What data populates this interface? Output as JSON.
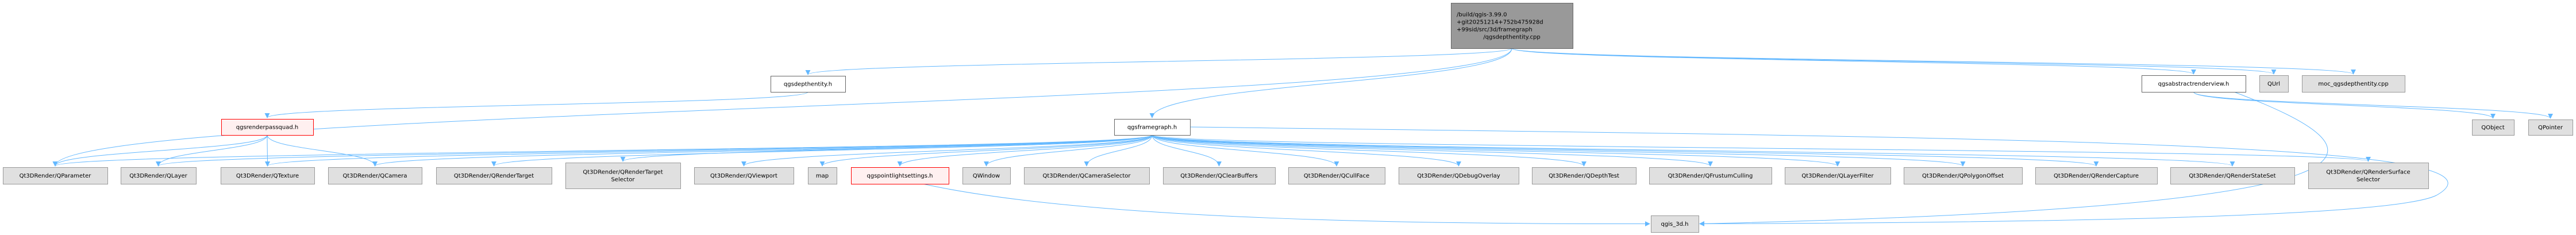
{
  "graph": {
    "edge_color": "#63b8ff",
    "node_styles": {
      "root": {
        "fill": "#999999",
        "stroke": "#666666"
      },
      "documented": {
        "fill": "#ffffff",
        "stroke": "#666666"
      },
      "incomplete": {
        "fill": "#fff0f0",
        "stroke": "#ff0000"
      },
      "external": {
        "fill": "#e0e0e0",
        "stroke": "#999999"
      }
    },
    "nodes": [
      {
        "id": "root",
        "style": "root",
        "lines": [
          "/build/qgis-3.99.0",
          "+git20251214+752b475928d",
          "+99sid/src/3d/framegraph",
          "/qgsdepthentity.cpp"
        ]
      },
      {
        "id": "qgsdepthentity_h",
        "style": "documented",
        "lines": [
          "qgsdepthentity.h"
        ]
      },
      {
        "id": "qgsframegraph_h",
        "style": "documented",
        "lines": [
          "qgsframegraph.h"
        ]
      },
      {
        "id": "qgsabstractrenderview_h",
        "style": "documented",
        "lines": [
          "qgsabstractrenderview.h"
        ]
      },
      {
        "id": "QUrl",
        "style": "external",
        "lines": [
          "QUrl"
        ]
      },
      {
        "id": "moc",
        "style": "external",
        "lines": [
          "moc_qgsdepthentity.cpp"
        ]
      },
      {
        "id": "qgsrenderpassquad_h",
        "style": "incomplete",
        "lines": [
          "qgsrenderpassquad.h"
        ]
      },
      {
        "id": "QObject",
        "style": "external",
        "lines": [
          "QObject"
        ]
      },
      {
        "id": "QPointer",
        "style": "external",
        "lines": [
          "QPointer"
        ]
      },
      {
        "id": "QParameter",
        "style": "external",
        "lines": [
          "Qt3DRender/QParameter"
        ]
      },
      {
        "id": "QLayer",
        "style": "external",
        "lines": [
          "Qt3DRender/QLayer"
        ]
      },
      {
        "id": "QTexture",
        "style": "external",
        "lines": [
          "Qt3DRender/QTexture"
        ]
      },
      {
        "id": "QCamera",
        "style": "external",
        "lines": [
          "Qt3DRender/QCamera"
        ]
      },
      {
        "id": "QRenderTarget",
        "style": "external",
        "lines": [
          "Qt3DRender/QRenderTarget"
        ]
      },
      {
        "id": "QRenderTargetSelector",
        "style": "external",
        "lines": [
          "Qt3DRender/QRenderTarget",
          "Selector"
        ]
      },
      {
        "id": "QViewport",
        "style": "external",
        "lines": [
          "Qt3DRender/QViewport"
        ]
      },
      {
        "id": "map",
        "style": "external",
        "lines": [
          "map"
        ]
      },
      {
        "id": "qgspointlightsettings_h",
        "style": "incomplete",
        "lines": [
          "qgspointlightsettings.h"
        ]
      },
      {
        "id": "QWindow",
        "style": "external",
        "lines": [
          "QWindow"
        ]
      },
      {
        "id": "QCameraSelector",
        "style": "external",
        "lines": [
          "Qt3DRender/QCameraSelector"
        ]
      },
      {
        "id": "QClearBuffers",
        "style": "external",
        "lines": [
          "Qt3DRender/QClearBuffers"
        ]
      },
      {
        "id": "QCullFace",
        "style": "external",
        "lines": [
          "Qt3DRender/QCullFace"
        ]
      },
      {
        "id": "QDebugOverlay",
        "style": "external",
        "lines": [
          "Qt3DRender/QDebugOverlay"
        ]
      },
      {
        "id": "QDepthTest",
        "style": "external",
        "lines": [
          "Qt3DRender/QDepthTest"
        ]
      },
      {
        "id": "QFrustumCulling",
        "style": "external",
        "lines": [
          "Qt3DRender/QFrustumCulling"
        ]
      },
      {
        "id": "QLayerFilter",
        "style": "external",
        "lines": [
          "Qt3DRender/QLayerFilter"
        ]
      },
      {
        "id": "QPolygonOffset",
        "style": "external",
        "lines": [
          "Qt3DRender/QPolygonOffset"
        ]
      },
      {
        "id": "QRenderCapture",
        "style": "external",
        "lines": [
          "Qt3DRender/QRenderCapture"
        ]
      },
      {
        "id": "QRenderStateSet",
        "style": "external",
        "lines": [
          "Qt3DRender/QRenderStateSet"
        ]
      },
      {
        "id": "QRenderSurfaceSelector",
        "style": "external",
        "lines": [
          "Qt3DRender/QRenderSurface",
          "Selector"
        ]
      },
      {
        "id": "qgis_3d_h",
        "style": "external",
        "lines": [
          "qgis_3d.h"
        ]
      }
    ],
    "edges": [
      [
        "root",
        "QParameter"
      ],
      [
        "root",
        "qgsdepthentity_h"
      ],
      [
        "root",
        "qgsframegraph_h"
      ],
      [
        "root",
        "qgsabstractrenderview_h"
      ],
      [
        "root",
        "QUrl"
      ],
      [
        "root",
        "moc"
      ],
      [
        "qgsdepthentity_h",
        "qgsrenderpassquad_h"
      ],
      [
        "qgsrenderpassquad_h",
        "QParameter"
      ],
      [
        "qgsrenderpassquad_h",
        "QLayer"
      ],
      [
        "qgsrenderpassquad_h",
        "QTexture"
      ],
      [
        "qgsrenderpassquad_h",
        "QCamera"
      ],
      [
        "qgsframegraph_h",
        "QParameter"
      ],
      [
        "qgsframegraph_h",
        "QLayer"
      ],
      [
        "qgsframegraph_h",
        "QTexture"
      ],
      [
        "qgsframegraph_h",
        "QCamera"
      ],
      [
        "qgsframegraph_h",
        "QRenderTarget"
      ],
      [
        "qgsframegraph_h",
        "QRenderTargetSelector"
      ],
      [
        "qgsframegraph_h",
        "QViewport"
      ],
      [
        "qgsframegraph_h",
        "map"
      ],
      [
        "qgsframegraph_h",
        "qgspointlightsettings_h"
      ],
      [
        "qgsframegraph_h",
        "QWindow"
      ],
      [
        "qgsframegraph_h",
        "QCameraSelector"
      ],
      [
        "qgsframegraph_h",
        "QClearBuffers"
      ],
      [
        "qgsframegraph_h",
        "QCullFace"
      ],
      [
        "qgsframegraph_h",
        "QDebugOverlay"
      ],
      [
        "qgsframegraph_h",
        "QDepthTest"
      ],
      [
        "qgsframegraph_h",
        "QFrustumCulling"
      ],
      [
        "qgsframegraph_h",
        "QLayerFilter"
      ],
      [
        "qgsframegraph_h",
        "QPolygonOffset"
      ],
      [
        "qgsframegraph_h",
        "QRenderCapture"
      ],
      [
        "qgsframegraph_h",
        "QRenderStateSet"
      ],
      [
        "qgsframegraph_h",
        "QRenderSurfaceSelector"
      ],
      [
        "qgsframegraph_h",
        "qgis_3d_h"
      ],
      [
        "qgspointlightsettings_h",
        "qgis_3d_h"
      ],
      [
        "qgsabstractrenderview_h",
        "QObject"
      ],
      [
        "qgsabstractrenderview_h",
        "QPointer"
      ],
      [
        "qgsabstractrenderview_h",
        "qgis_3d_h"
      ]
    ]
  }
}
